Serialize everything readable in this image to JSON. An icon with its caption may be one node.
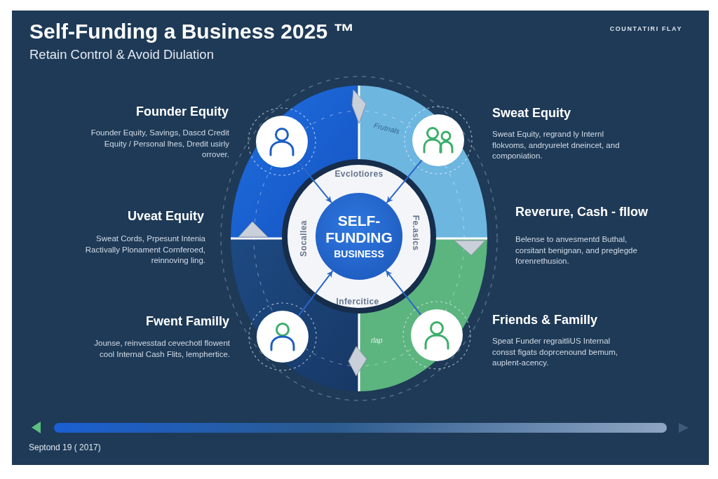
{
  "diagram": {
    "title": "Self-Funding a Business 2025 ™",
    "nodes": [
      {
        "text": [],
        "shape": "circle"
      },
      {
        "text": [],
        "shape": "circle"
      },
      {
        "text": [
          "Evclotiores",
          "Socallea",
          "Fe.asics",
          "Infercitice"
        ]
      },
      {
        "text": [
          "SELF- FUNDING",
          "BUSINESS"
        ],
        "in": 2
      },
      {
        "text": [],
        "shape": "circle"
      },
      {
        "text": [],
        "shape": "circle"
      }
    ],
    "edges": [
      {
        "from": 0,
        "to": 3,
        "arrow": "to"
      },
      {
        "from": 1,
        "to": 3,
        "arrow": "to"
      },
      {
        "from": 4,
        "to": 3,
        "arrow": "to"
      },
      {
        "from": 5,
        "to": 3,
        "arrow": "to"
      }
    ],
    "labels": [
      "Retain Control & Avoid Diulation",
      "COUNTATIRI FLAY",
      "Founder Equity",
      "Founder Equity, Savings, Dascd Credit Equity / Personal lhes, Dredit usirly orrover.",
      "Sweat Equity",
      "Sweat Equity, regrand ly Internl flokvoms, andryurelet dneincet, and componiation.",
      "Frutnals",
      "Uveat Equity",
      "Sweat Cords, Prpesunt Intenia Ractivally Plonament Cornferoed, reinnoving ling.",
      "Reverure, Cash - fllow",
      "Belense to anvesmentd Buthal, corsitant benignan, and preglegde forenrethusion.",
      "Fwent Familly",
      "Jounse, reinvesstad cevechotl flowent cool Internal Cash Flits, lemphertice.",
      "rlap",
      "Friends & Familly",
      "Speat Funder regraitliUS Internal consst figats doprcenound bemum, auplent-acency.",
      "Septond 19 ( 2017)"
    ]
  }
}
